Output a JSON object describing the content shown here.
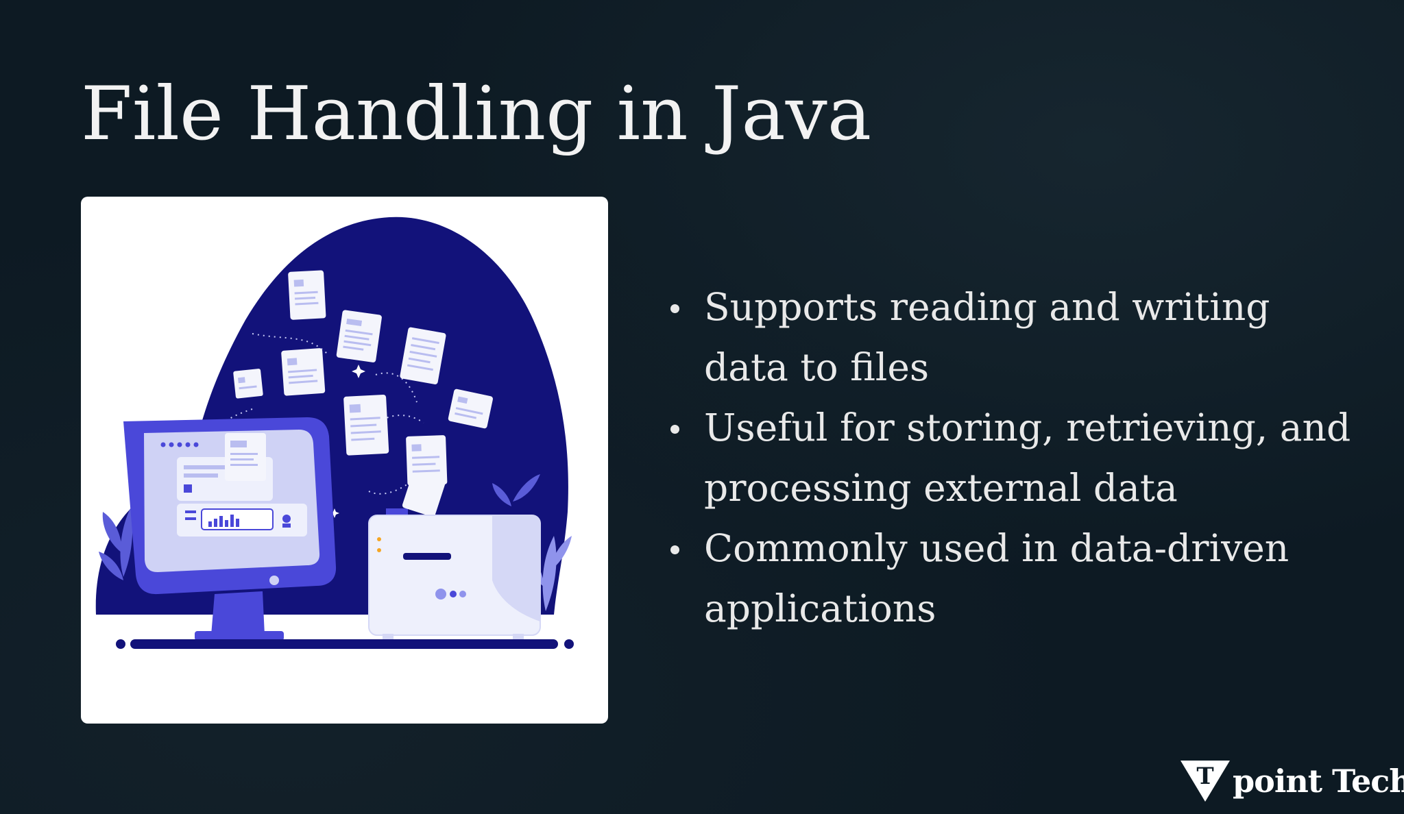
{
  "slide": {
    "title": "File Handling in Java",
    "bullets": [
      "Supports reading and writing data to files",
      "Useful for storing, retrieving, and processing external data",
      "Commonly used in data-driven applications"
    ]
  },
  "logo": {
    "mark_letter": "T",
    "text": "point Tech"
  },
  "illustration": {
    "description_icon": "computer-files-illustration",
    "colors": {
      "blob": "#12127a",
      "monitor": "#4a48d9",
      "screen": "#cfd2f5",
      "document": "#f4f5fc",
      "accent": "#7b7fe3"
    }
  },
  "colors": {
    "background": "#0d1a23",
    "text": "#e9e9e9",
    "title": "#f2f2f2",
    "card": "#ffffff"
  }
}
